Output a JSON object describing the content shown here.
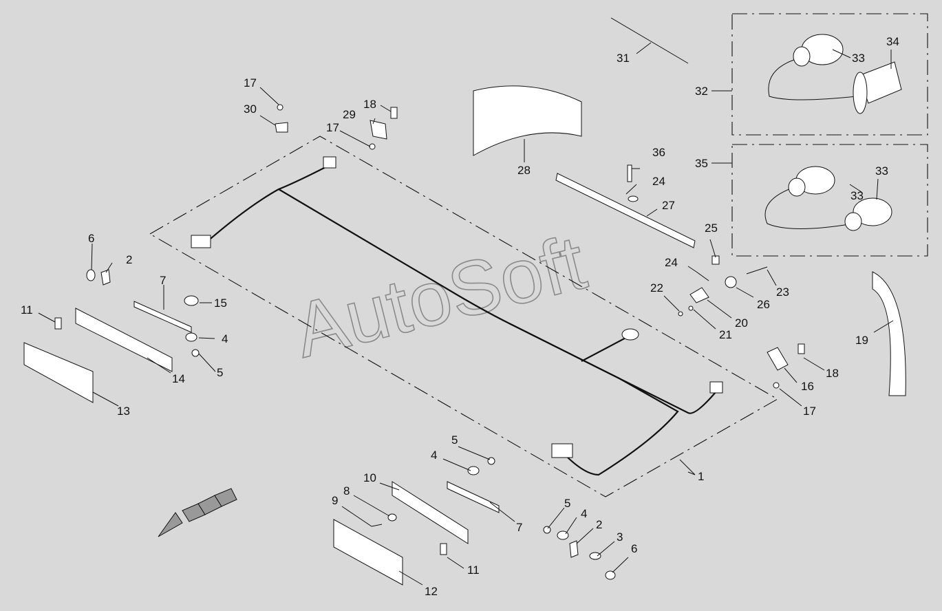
{
  "watermark": "AutoSoft",
  "callouts": [
    "1",
    "2",
    "2",
    "3",
    "4",
    "4",
    "4",
    "5",
    "5",
    "5",
    "6",
    "6",
    "7",
    "7",
    "8",
    "9",
    "10",
    "11",
    "11",
    "12",
    "13",
    "14",
    "15",
    "16",
    "17",
    "17",
    "17",
    "18",
    "18",
    "19",
    "20",
    "21",
    "22",
    "23",
    "24",
    "24",
    "25",
    "26",
    "27",
    "28",
    "29",
    "30",
    "31",
    "32",
    "33",
    "33",
    "33",
    "34",
    "35",
    "36"
  ],
  "colors": {
    "background": "#d9d9d9",
    "line": "#111111",
    "part_fill": "#ffffff",
    "watermark": "#8a8a8a"
  }
}
